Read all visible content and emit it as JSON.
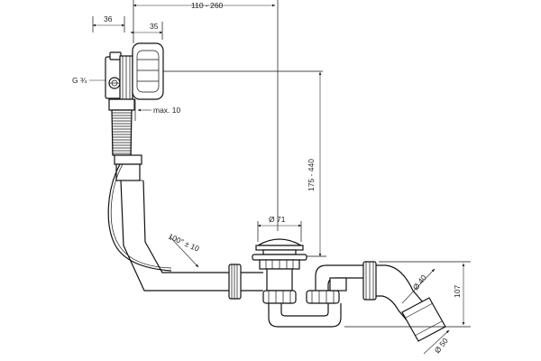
{
  "dimensions": {
    "top_width": "36",
    "top_span": "110 - 260",
    "inlet_depth": "35",
    "thread": "G ¾",
    "max_gap": "max. 10",
    "height_range": "175 - 440",
    "waste_diameter": "Ø 71",
    "angle": "100° ± 10",
    "outlet_diameter": "Ø 40",
    "trap_height": "107",
    "pipe_diameter": "Ø 50"
  }
}
